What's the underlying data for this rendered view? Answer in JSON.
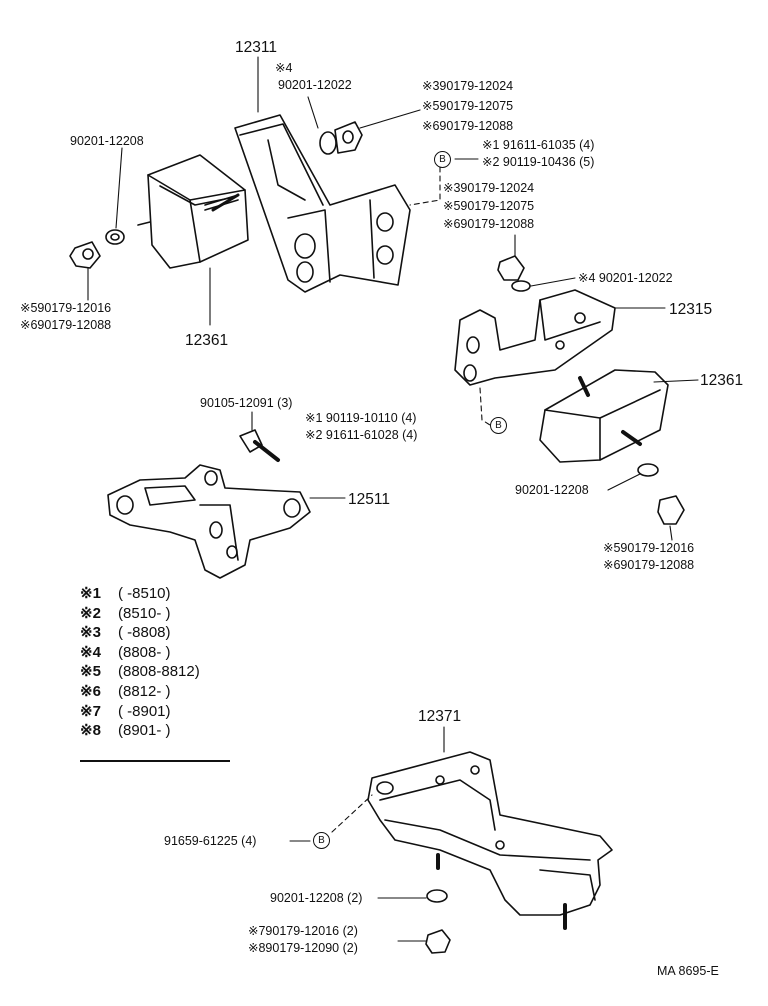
{
  "parts": {
    "p12311": "12311",
    "p12311_note": "※4",
    "p12311_bolt": "90201-12022",
    "nut_right_top": [
      "※390179-12024",
      "※590179-12075",
      "※690179-12088"
    ],
    "washer_left": "90201-12208",
    "nut_left": [
      "※590179-12016",
      "※690179-12088"
    ],
    "p12361_left": "12361",
    "bolt_b_top": [
      "※1 91611-61035 (4)",
      "※2 90119-10436 (5)"
    ],
    "nut_mid": [
      "※390179-12024",
      "※590179-12075",
      "※690179-12088"
    ],
    "washer_mid": "※4  90201-12022",
    "p12315": "12315",
    "p12361_right": "12361",
    "bolt_mid": "90105-12091 (3)",
    "bolt_b_mid": [
      "※1 90119-10110 (4)",
      "※2 91611-61028 (4)"
    ],
    "p12511": "12511",
    "washer_right": "90201-12208",
    "nut_right": [
      "※590179-12016",
      "※690179-12088"
    ],
    "p12371": "12371",
    "bolt_b_bottom": "91659-61225 (4)",
    "washer_bottom": "90201-12208 (2)",
    "nut_bottom": [
      "※790179-12016 (2)",
      "※890179-12090 (2)"
    ],
    "drawing_code": "MA  8695-E",
    "b_mark": "B"
  },
  "legend": [
    {
      "key": "※1",
      "range": "(        -8510)"
    },
    {
      "key": "※2",
      "range": "(8510-          )"
    },
    {
      "key": "※3",
      "range": "(        -8808)"
    },
    {
      "key": "※4",
      "range": "(8808-          )"
    },
    {
      "key": "※5",
      "range": "(8808-8812)"
    },
    {
      "key": "※6",
      "range": "(8812-          )"
    },
    {
      "key": "※7",
      "range": "(        -8901)"
    },
    {
      "key": "※8",
      "range": "(8901-          )"
    }
  ]
}
